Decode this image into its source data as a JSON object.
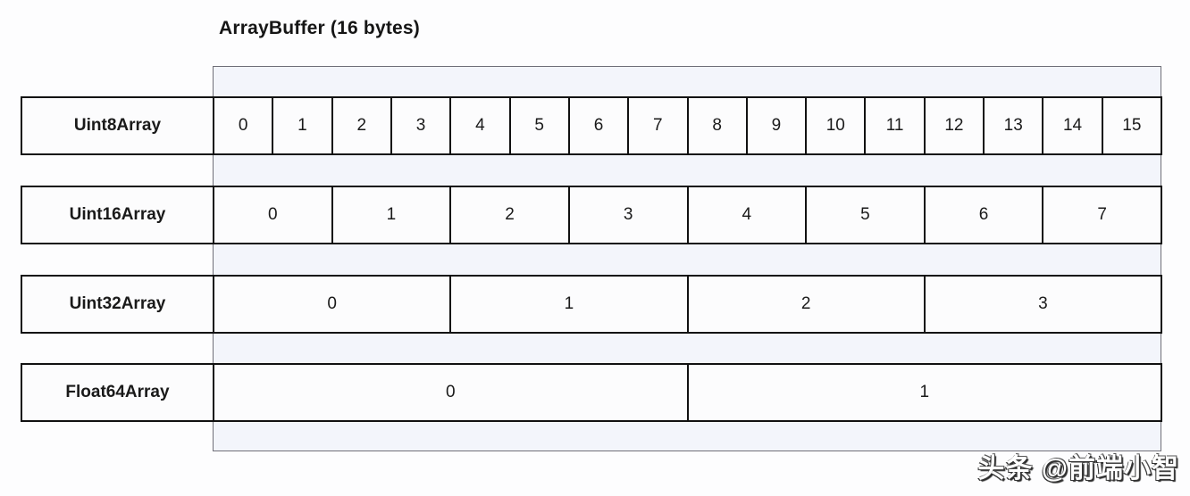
{
  "title": "ArrayBuffer (16 bytes)",
  "colors": {
    "buffer_background": "#f3f5fb",
    "buffer_border": "#6f6f78",
    "cell_border": "#111111",
    "cell_background": "#fcfcfd"
  },
  "rows": [
    {
      "label": "Uint8Array",
      "bytes_per_element": 1,
      "indices": [
        "0",
        "1",
        "2",
        "3",
        "4",
        "5",
        "6",
        "7",
        "8",
        "9",
        "10",
        "11",
        "12",
        "13",
        "14",
        "15"
      ]
    },
    {
      "label": "Uint16Array",
      "bytes_per_element": 2,
      "indices": [
        "0",
        "1",
        "2",
        "3",
        "4",
        "5",
        "6",
        "7"
      ]
    },
    {
      "label": "Uint32Array",
      "bytes_per_element": 4,
      "indices": [
        "0",
        "1",
        "2",
        "3"
      ]
    },
    {
      "label": "Float64Array",
      "bytes_per_element": 8,
      "indices": [
        "0",
        "1"
      ]
    }
  ],
  "watermark": "头条 @前端小智"
}
